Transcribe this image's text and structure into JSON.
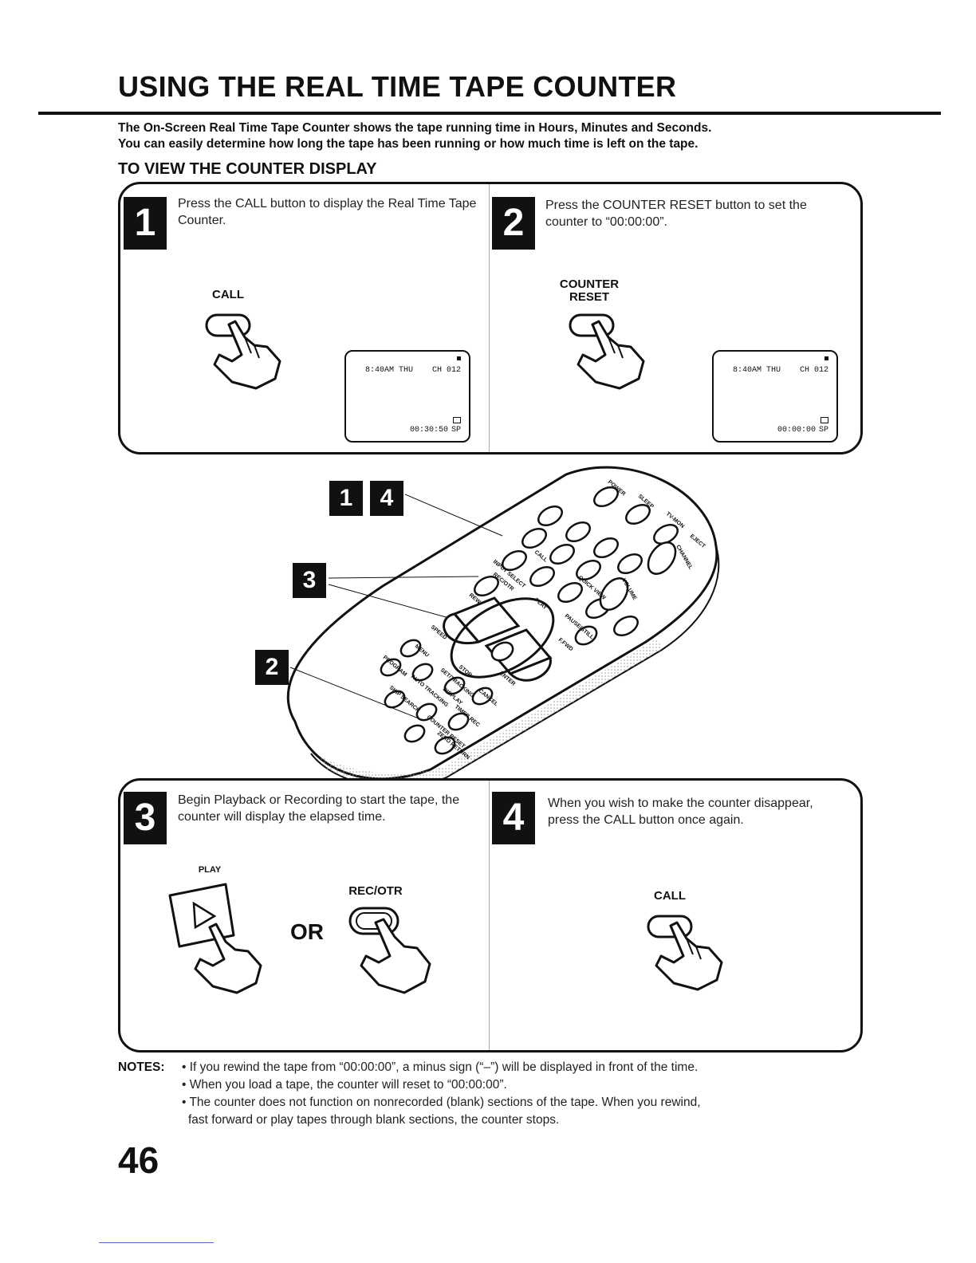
{
  "title": "USING THE REAL TIME TAPE COUNTER",
  "intro": {
    "line1": "The On-Screen Real Time Tape Counter shows the tape running time in Hours, Minutes and Seconds.",
    "line2": "You can easily determine how long the tape has been running or how much time is left on the tape."
  },
  "section_heading": "TO VIEW THE COUNTER DISPLAY",
  "steps": [
    {
      "number": "1",
      "text": "Press the CALL button to display the Real Time Tape Counter.",
      "button_label": "CALL",
      "screen": {
        "time_day": "8:40AM  THU",
        "channel": "CH 012",
        "counter": "00:30:50",
        "speed": "SP"
      }
    },
    {
      "number": "2",
      "text": "Press the COUNTER RESET button to set the counter to “00:00:00”.",
      "button_label_1": "COUNTER",
      "button_label_2": "RESET",
      "screen": {
        "time_day": "8:40AM  THU",
        "channel": "CH 012",
        "counter": "00:00:00",
        "speed": "SP"
      }
    },
    {
      "number": "3",
      "text": "Begin Playback or Recording to start the tape, the counter will display the elapsed time.",
      "play_label": "PLAY",
      "or_label": "OR",
      "rec_label": "REC/OTR"
    },
    {
      "number": "4",
      "text": "When you wish to make the counter disappear, press the CALL button once again.",
      "button_label": "CALL"
    }
  ],
  "remote": {
    "callouts": [
      "1",
      "4",
      "3",
      "2"
    ],
    "button_labels": [
      "POWER",
      "SLEEP",
      "TV-MON",
      "EJECT",
      "CALL",
      "INPUT SELECT",
      "QUICK VIEW",
      "CHANNEL",
      "VOLUME",
      "REC/OTR",
      "REW",
      "PLAY",
      "F.FWD",
      "STOP",
      "PAUSE/STILL",
      "SPEED",
      "MENU",
      "ENTER",
      "CANCEL",
      "SET/TRACKING",
      "PROGRAM",
      "AUTO TRACKING",
      "TIMER REC",
      "COUNTER RESET",
      "ZERO RETURN",
      "SKIP SEARCH",
      "DISPLAY"
    ]
  },
  "notes": {
    "label": "NOTES:",
    "items": [
      "• If you rewind the tape from “00:00:00”, a minus sign (“–”) will be displayed in front of the time.",
      "• When you load a tape, the counter will reset to “00:00:00”.",
      "• The counter does not function on nonrecorded (blank) sections of the tape. When you rewind,",
      "fast forward or play tapes through blank sections, the counter stops."
    ]
  },
  "page_number": "46"
}
